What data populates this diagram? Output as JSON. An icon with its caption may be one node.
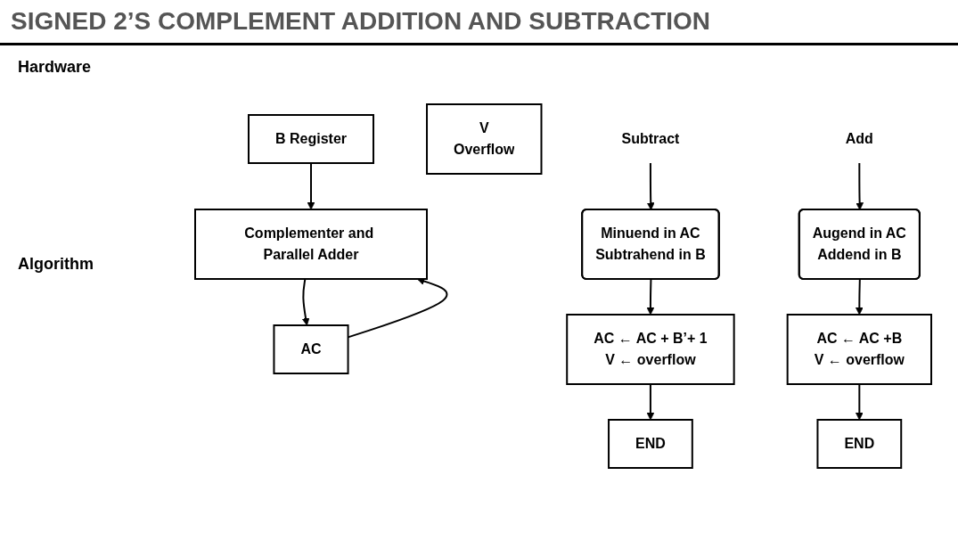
{
  "diagram": {
    "title": "SIGNED 2’S COMPLEMENT ADDITION AND SUBTRACTION",
    "nodes": [
      {
        "text": [
          "B Register"
        ]
      },
      {
        "text": [
          "Complementer and Parallel Adder"
        ]
      },
      {
        "text": [
          "AC"
        ]
      },
      {
        "text": [
          "V",
          "Overflow"
        ]
      },
      {
        "text": [
          "Subtract"
        ]
      },
      {
        "text": [
          "Minuend in AC",
          "Subtrahend in B"
        ]
      },
      {
        "text": [
          "AC ← AC + B’+ 1",
          "V ← overflow"
        ]
      },
      {
        "text": [
          "END"
        ]
      },
      {
        "text": [
          "Add"
        ]
      },
      {
        "text": [
          "Augend in AC",
          "Addend in B"
        ]
      },
      {
        "text": [
          "AC ← AC +B",
          "V ← overflow"
        ]
      },
      {
        "text": [
          "END"
        ]
      }
    ],
    "edges": [
      {
        "from": 0,
        "to": 1,
        "arrow": "to"
      },
      {
        "from": 1,
        "to": 2,
        "arrow": "to"
      },
      {
        "from": 2,
        "to": 1,
        "arrow": "to"
      },
      {
        "from": 4,
        "to": 5,
        "arrow": "to"
      },
      {
        "from": 5,
        "to": 6,
        "arrow": "to"
      },
      {
        "from": 6,
        "to": 7,
        "arrow": "to"
      },
      {
        "from": 8,
        "to": 9,
        "arrow": "to"
      },
      {
        "from": 9,
        "to": 10,
        "arrow": "to"
      },
      {
        "from": 10,
        "to": 11,
        "arrow": "to"
      }
    ],
    "labels": [
      "Hardware",
      "Algorithm"
    ]
  }
}
